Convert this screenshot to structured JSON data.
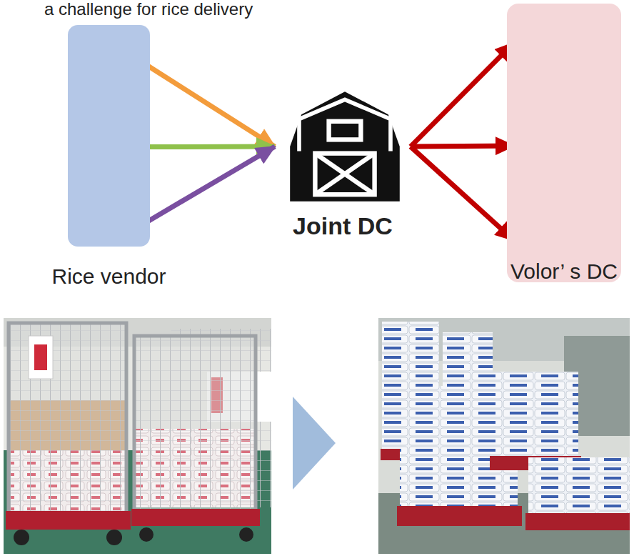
{
  "diagram": {
    "title": "a challenge for rice delivery",
    "nodes": [
      {
        "text": [
          "Rice vendor"
        ]
      },
      {
        "text": [
          "Joint DC"
        ]
      },
      {
        "text": [
          "Volor’ s DC"
        ]
      }
    ],
    "edges": [
      {
        "from": 0,
        "to": 1,
        "arrow": "to"
      },
      {
        "from": 0,
        "to": 1,
        "arrow": "to"
      },
      {
        "from": 0,
        "to": 1,
        "arrow": "to"
      },
      {
        "from": 1,
        "to": 2,
        "arrow": "to"
      },
      {
        "from": 1,
        "to": 2,
        "arrow": "to"
      },
      {
        "from": 1,
        "to": 2,
        "arrow": "to"
      }
    ]
  }
}
